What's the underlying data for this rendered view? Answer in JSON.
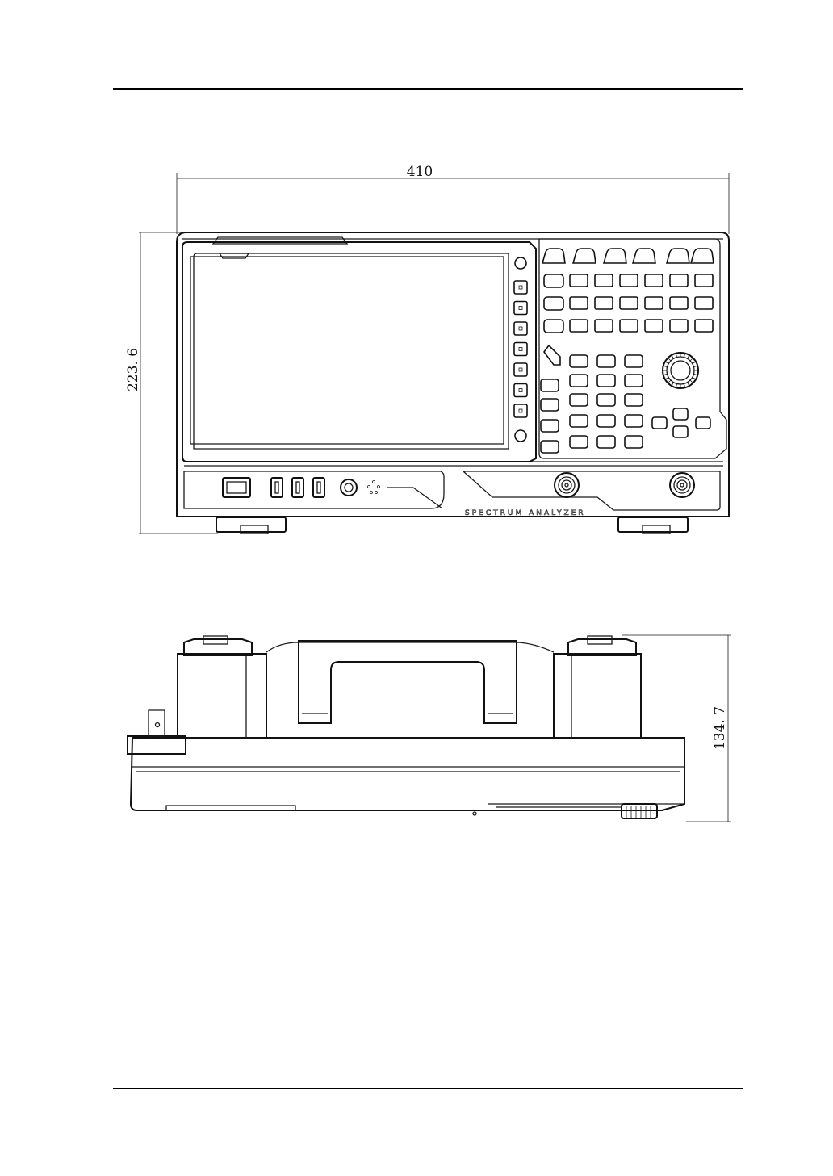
{
  "dimensions": {
    "width": "410",
    "height": "223. 6",
    "depth": "134. 7"
  },
  "front_panel": {
    "logo_text": "SPECTRUM ANALYZER"
  }
}
